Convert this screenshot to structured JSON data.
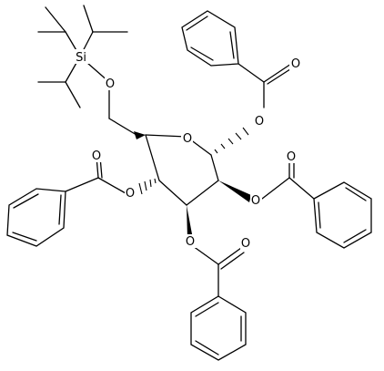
{
  "structure": {
    "atoms": {
      "si": "Si",
      "o_silyl": "O",
      "o_ring": "O",
      "o_anomeric": "O",
      "o_c1_carbonyl": "O",
      "o_c2_ester": "O",
      "o_c2_carbonyl": "O",
      "o_c3_ester": "O",
      "o_c3_carbonyl": "O",
      "o_c4_ester": "O",
      "o_c4_carbonyl": "O"
    }
  },
  "colors": {
    "bond": "#000000",
    "background": "#ffffff"
  }
}
